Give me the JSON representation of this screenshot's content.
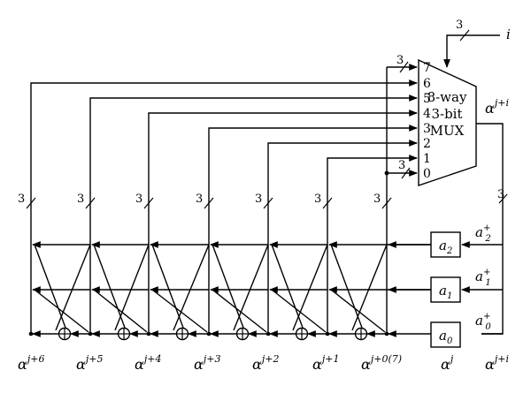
{
  "mux": {
    "line1": "8-way",
    "line2": "3-bit",
    "line3": "MUX",
    "inputs": [
      "7",
      "6",
      "5",
      "4",
      "3",
      "2",
      "1",
      "0"
    ],
    "select_label": "i",
    "select_width": "3"
  },
  "output_label": {
    "base": "α",
    "sup": "j+i"
  },
  "bus_width": "3",
  "registers": [
    {
      "base": "a",
      "sub": "2"
    },
    {
      "base": "a",
      "sub": "1"
    },
    {
      "base": "a",
      "sub": "0"
    }
  ],
  "register_inputs": [
    {
      "base": "a",
      "sub": "2",
      "sup": "+"
    },
    {
      "base": "a",
      "sub": "1",
      "sup": "+"
    },
    {
      "base": "a",
      "sub": "0",
      "sup": "+"
    }
  ],
  "bottom_labels": [
    {
      "base": "α",
      "sup": "j+6"
    },
    {
      "base": "α",
      "sup": "j+5"
    },
    {
      "base": "α",
      "sup": "j+4"
    },
    {
      "base": "α",
      "sup": "j+3"
    },
    {
      "base": "α",
      "sup": "j+2"
    },
    {
      "base": "α",
      "sup": "j+1"
    },
    {
      "base": "α",
      "sup": "j+0(7)"
    },
    {
      "base": "α",
      "sup": "j"
    },
    {
      "base": "α",
      "sup": "j+i"
    }
  ],
  "adder_symbol": "⊕"
}
